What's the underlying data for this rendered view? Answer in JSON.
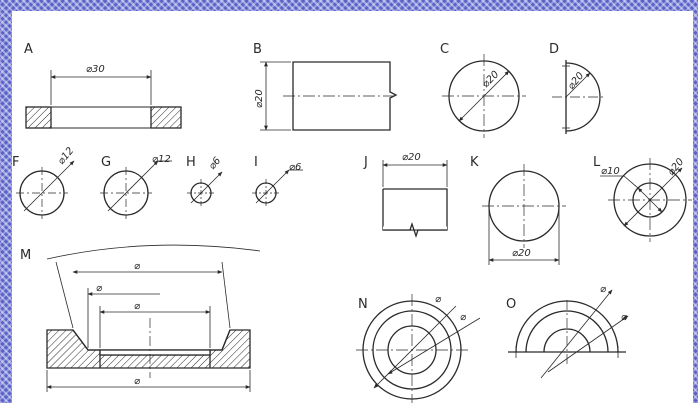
{
  "colors": {
    "border": "#5b63c9",
    "sheet": "#ffffff",
    "ink": "#2a2a2a",
    "hatch": "#2a2a2a"
  },
  "figures": [
    {
      "id": "A",
      "label": "A",
      "dims": [
        "⌀30"
      ]
    },
    {
      "id": "B",
      "label": "B",
      "dims": [
        "⌀20"
      ]
    },
    {
      "id": "C",
      "label": "C",
      "dims": [
        "⌀20"
      ]
    },
    {
      "id": "D",
      "label": "D",
      "dims": [
        "⌀20"
      ]
    },
    {
      "id": "F",
      "label": "F",
      "dims": [
        "⌀12"
      ]
    },
    {
      "id": "G",
      "label": "G",
      "dims": [
        "⌀12"
      ]
    },
    {
      "id": "H",
      "label": "H",
      "dims": [
        "⌀6"
      ]
    },
    {
      "id": "I",
      "label": "I",
      "dims": [
        "⌀6"
      ]
    },
    {
      "id": "J",
      "label": "J",
      "dims": [
        "⌀20"
      ]
    },
    {
      "id": "K",
      "label": "K",
      "dims": [
        "⌀20"
      ]
    },
    {
      "id": "L",
      "label": "L",
      "dims": [
        "⌀10",
        "⌀20"
      ]
    },
    {
      "id": "M",
      "label": "M",
      "dims": [
        "⌀",
        "⌀",
        "⌀",
        "⌀"
      ]
    },
    {
      "id": "N",
      "label": "N",
      "dims": [
        "⌀",
        "⌀"
      ]
    },
    {
      "id": "O",
      "label": "O",
      "dims": [
        "⌀",
        "⌀"
      ]
    }
  ]
}
